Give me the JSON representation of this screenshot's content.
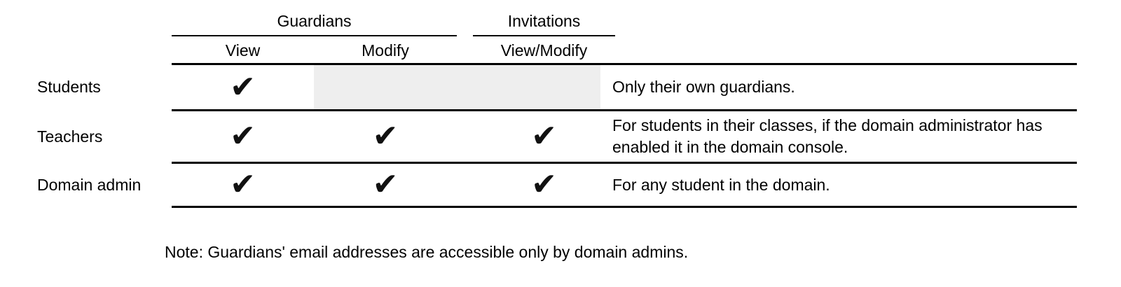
{
  "colors": {
    "background": "#ffffff",
    "line": "#000000",
    "highlight_cell": "#eeeeee",
    "text": "#000000"
  },
  "table": {
    "groups": [
      {
        "label": "Guardians"
      },
      {
        "label": "Invitations"
      }
    ],
    "columns": [
      "View",
      "Modify",
      "View/Modify"
    ],
    "rows": [
      {
        "label": "Students",
        "view": "✔",
        "modify": "",
        "view_modify": "",
        "note": "Only their own guardians."
      },
      {
        "label": "Teachers",
        "view": "✔",
        "modify": "✔",
        "view_modify": "✔",
        "note": "For students in their classes, if the domain administrator has enabled it in the domain console."
      },
      {
        "label": "Domain admin",
        "view": "✔",
        "modify": "✔",
        "view_modify": "✔",
        "note": "For any student in the domain."
      }
    ]
  },
  "footnote": "Note: Guardians' email addresses are accessible only by domain admins."
}
